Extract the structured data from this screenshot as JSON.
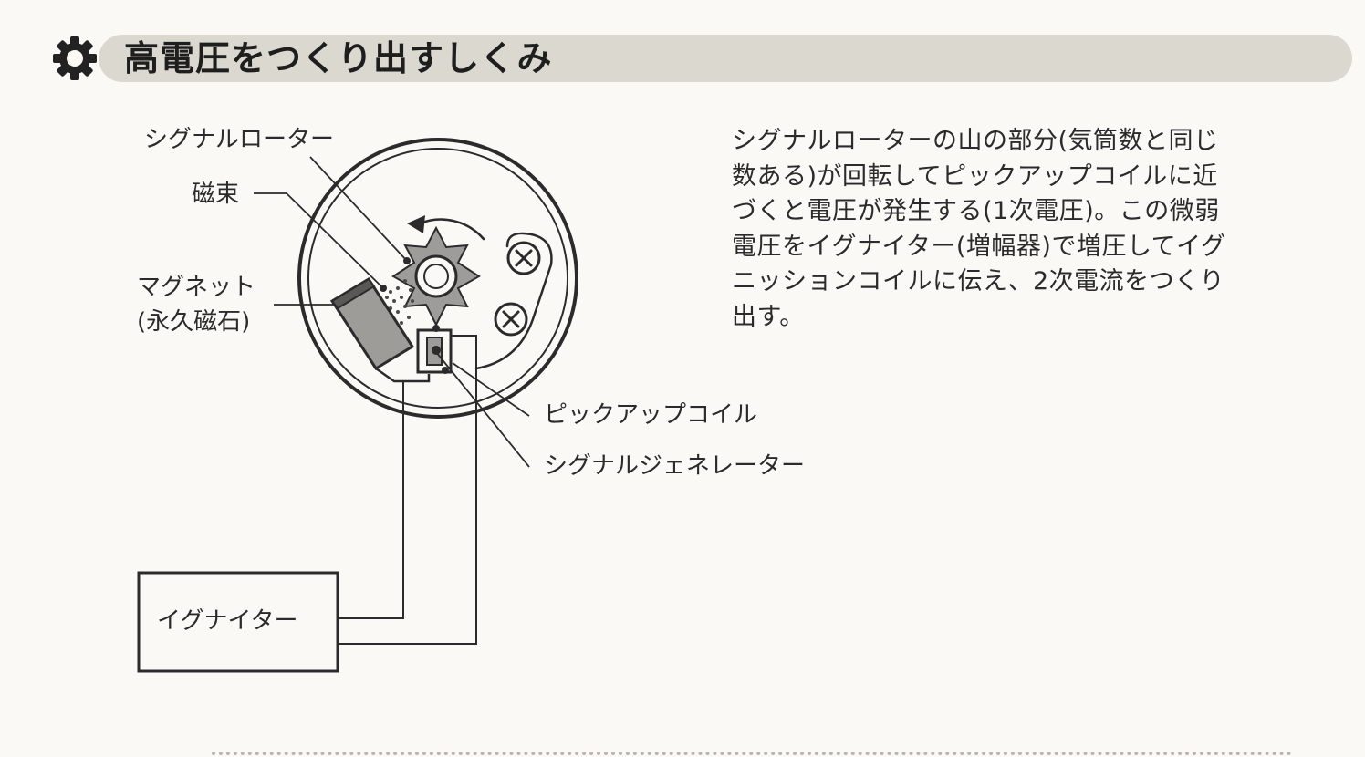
{
  "header": {
    "title": "高電圧をつくり出すしくみ",
    "icon": "gear-icon",
    "band_color": "#dad8cf"
  },
  "diagram": {
    "labels": {
      "signal_rotor": "シグナルローター",
      "magnetic_flux": "磁束",
      "magnet_line1": "マグネット",
      "magnet_line2": "(永久磁石)",
      "pickup_coil": "ピックアップコイル",
      "signal_generator": "シグナルジェネレーター",
      "igniter": "イグナイター"
    }
  },
  "description": {
    "lines": [
      "シグナルローターの山の部分(気筒数と同じ",
      "数ある)が回転してピックアップコイルに近",
      "づくと電圧が発生する(1次電圧)。この微弱",
      "電圧をイグナイター(増幅器)で増圧してイグ",
      "ニッションコイルに伝え、2次電流をつくり",
      "出す。"
    ]
  }
}
